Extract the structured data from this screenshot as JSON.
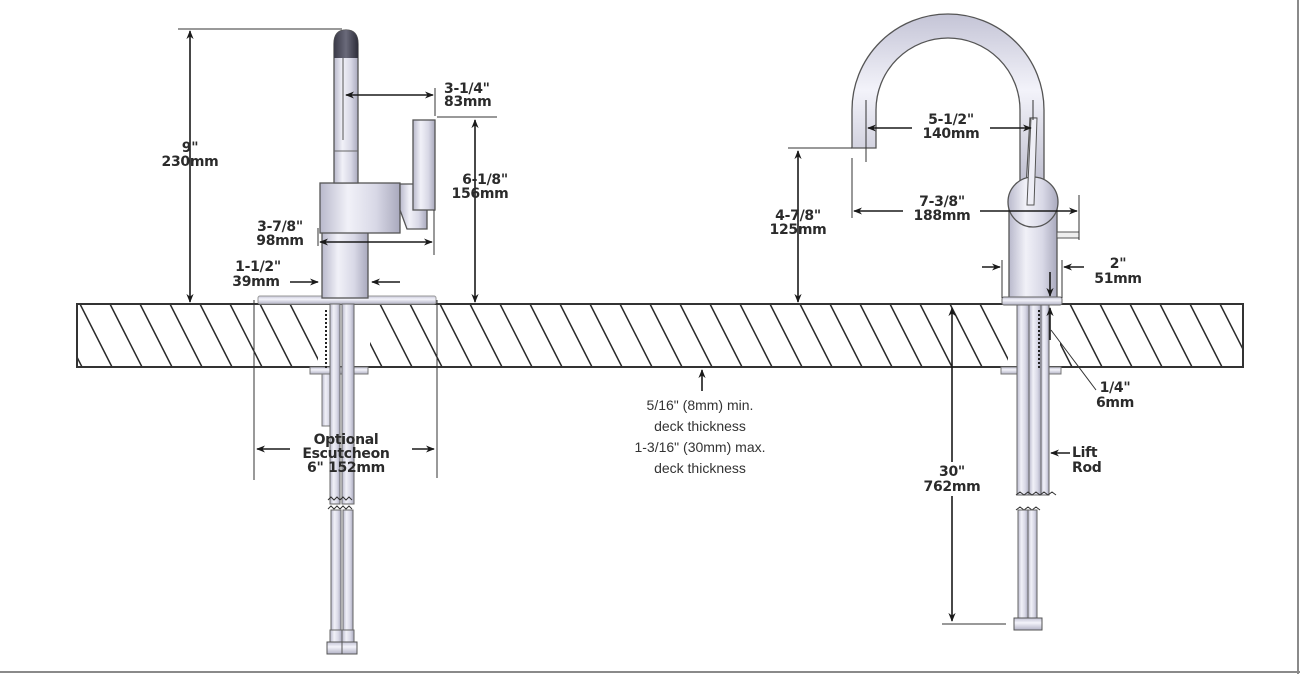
{
  "diagram": {
    "title": "Faucet installation dimensions",
    "colors": {
      "line": "#1a1a1a",
      "metal": "#dcdcec",
      "metal_shade": "#b8b8cc",
      "label": "#2b2b2b",
      "border": "#8a8a8a"
    },
    "side_view": {
      "overall_height": {
        "in": "9\"",
        "mm": "230mm"
      },
      "spout_reach": {
        "in": "3-1/4\"",
        "mm": "83mm"
      },
      "handle_height": {
        "in": "6-1/8\"",
        "mm": "156mm"
      },
      "body_depth": {
        "in": "3-7/8\"",
        "mm": "98mm"
      },
      "shank_width": {
        "in": "1-1/2\"",
        "mm": "39mm"
      },
      "escutcheon": {
        "line1": "Optional",
        "line2": "Escutcheon",
        "line3": "6\" 152mm"
      }
    },
    "deck": {
      "note_lines": [
        "5/16\" (8mm) min.",
        "deck thickness",
        "1-3/16\" (30mm) max.",
        "deck thickness"
      ]
    },
    "front_view": {
      "arc_inner_width": {
        "in": "5-1/2\"",
        "mm": "140mm"
      },
      "total_reach": {
        "in": "7-3/8\"",
        "mm": "188mm"
      },
      "spout_clearance": {
        "in": "4-7/8\"",
        "mm": "125mm"
      },
      "base_diameter": {
        "in": "2\"",
        "mm": "51mm"
      },
      "lift_rod_offset": {
        "in": "1/4\"",
        "mm": "6mm"
      },
      "lift_rod": {
        "line1": "Lift",
        "line2": "Rod"
      },
      "supply_length": {
        "in": "30\"",
        "mm": "762mm"
      }
    }
  }
}
